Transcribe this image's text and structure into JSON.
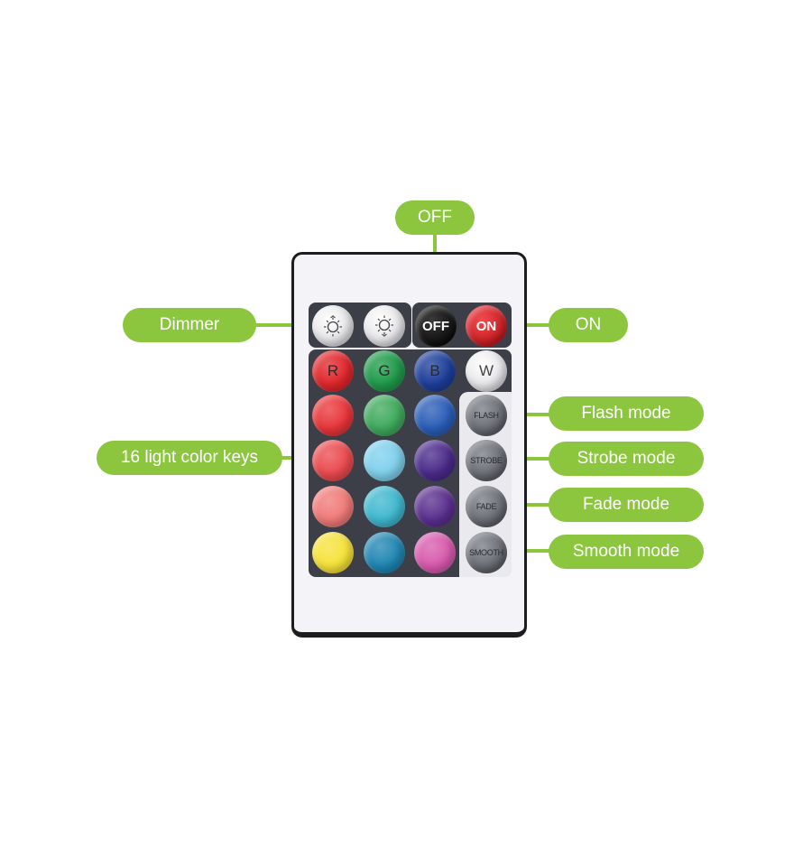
{
  "callouts": {
    "off": "OFF",
    "dimmer": "Dimmer",
    "on": "ON",
    "flash": "Flash mode",
    "color_keys": "16 light color keys",
    "strobe": "Strobe mode",
    "fade": "Fade mode",
    "smooth": "Smooth mode"
  },
  "remote": {
    "top_keys": {
      "brightness_up_icon": "brightness-up-icon",
      "brightness_down_icon": "brightness-down-icon",
      "off_label": "OFF",
      "on_label": "ON"
    },
    "color_rows": [
      [
        {
          "label": "R",
          "color": "#e0262b"
        },
        {
          "label": "G",
          "color": "#1f9a4a"
        },
        {
          "label": "B",
          "color": "#1d3e9a"
        }
      ],
      [
        {
          "label": "",
          "color": "#e8353a"
        },
        {
          "label": "",
          "color": "#3faa5c"
        },
        {
          "label": "",
          "color": "#2a5db7"
        }
      ],
      [
        {
          "label": "",
          "color": "#ea4a4f"
        },
        {
          "label": "",
          "color": "#7fd0ec"
        },
        {
          "label": "",
          "color": "#4a2a8a"
        }
      ],
      [
        {
          "label": "",
          "color": "#f07a78"
        },
        {
          "label": "",
          "color": "#3fb8cf"
        },
        {
          "label": "",
          "color": "#5a2f8e"
        }
      ],
      [
        {
          "label": "",
          "color": "#f6e23a"
        },
        {
          "label": "",
          "color": "#1f86b3"
        },
        {
          "label": "",
          "color": "#d85aad"
        }
      ]
    ],
    "white_key": {
      "label": "W",
      "color": "#f4f4f4"
    },
    "mode_keys": [
      "FLASH",
      "STROBE",
      "FADE",
      "SMOOTH"
    ]
  },
  "colors": {
    "callout_green": "#8cc63f",
    "panel_dark": "#3d3f48",
    "off_key": "#151515",
    "on_key": "#e0262b"
  }
}
